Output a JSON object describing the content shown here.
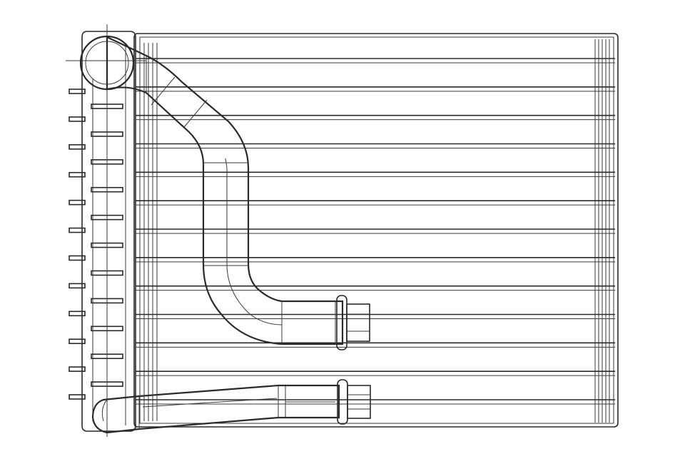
{
  "figure": {
    "subject": "evaporator-core",
    "stroke_color": "#2a2a2a",
    "background_color": "#ffffff",
    "tube_count": 13,
    "left_pin_count": 12
  }
}
